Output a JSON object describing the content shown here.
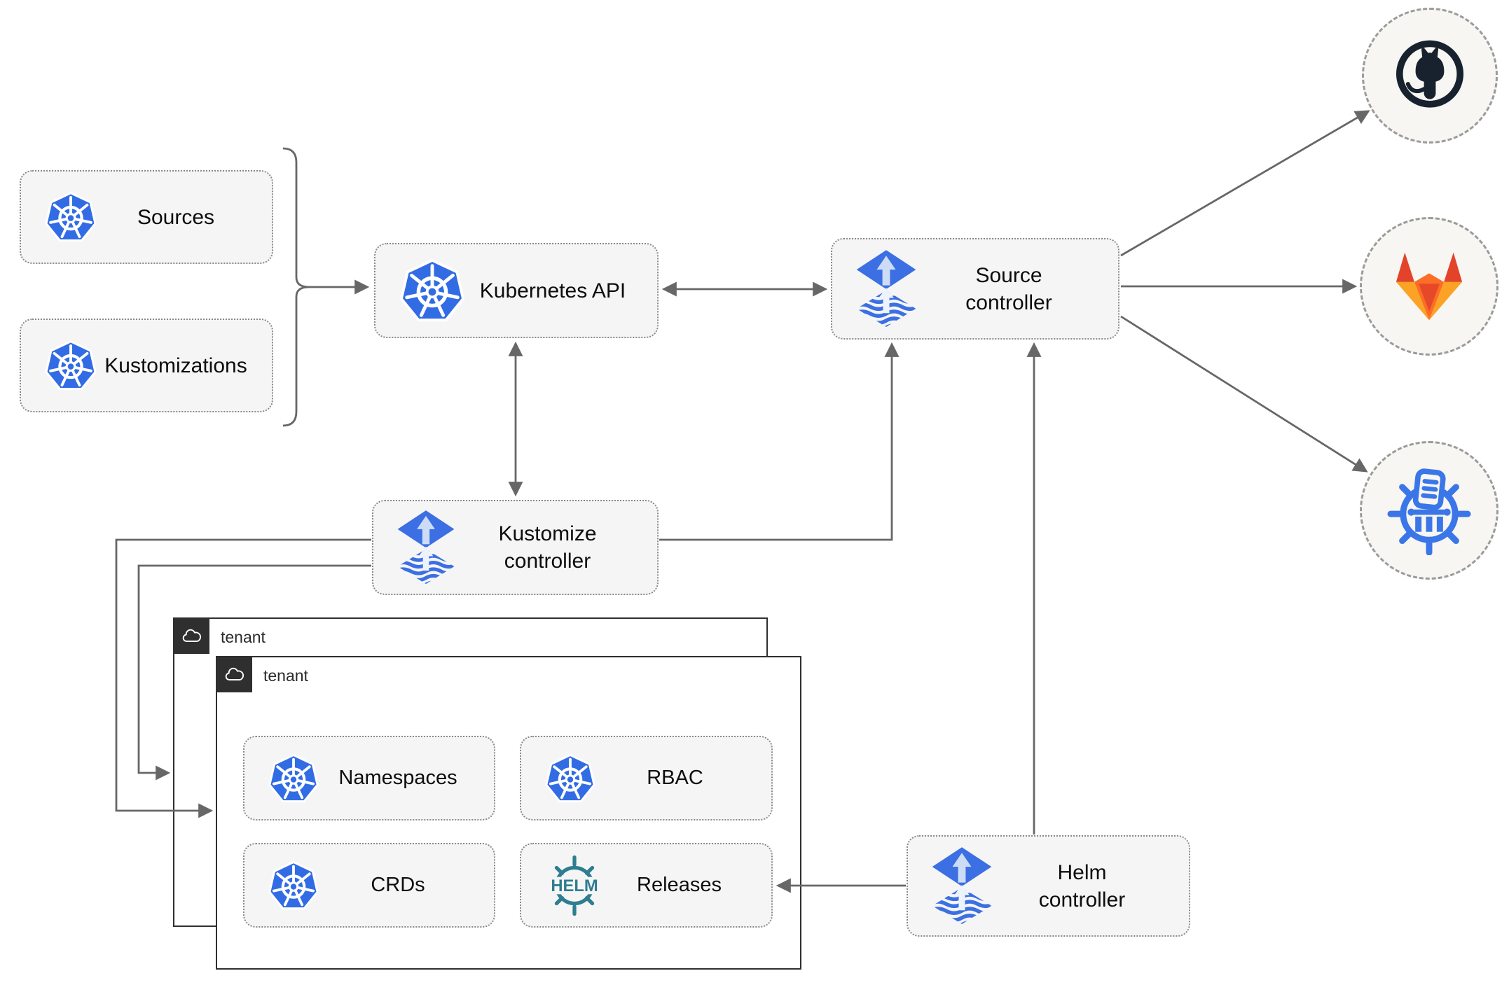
{
  "diagram": {
    "nodes": {
      "sources": {
        "label": "Sources",
        "icon": "kubernetes"
      },
      "kustomizations": {
        "label": "Kustomizations",
        "icon": "kubernetes"
      },
      "kubernetes_api": {
        "label": "Kubernetes API",
        "icon": "kubernetes"
      },
      "source_controller": {
        "label": "Source controller",
        "icon": "flux"
      },
      "kustomize_controller": {
        "label": "Kustomize controller",
        "icon": "flux"
      },
      "helm_controller": {
        "label": "Helm controller",
        "icon": "flux"
      },
      "namespaces": {
        "label": "Namespaces",
        "icon": "kubernetes"
      },
      "rbac": {
        "label": "RBAC",
        "icon": "kubernetes"
      },
      "crds": {
        "label": "CRDs",
        "icon": "kubernetes"
      },
      "releases": {
        "label": "Releases",
        "icon": "helm",
        "icon_text": "HELM"
      }
    },
    "tenants": [
      {
        "label": "tenant",
        "icon": "cloud"
      },
      {
        "label": "tenant",
        "icon": "cloud"
      }
    ],
    "endpoints": [
      {
        "name": "github",
        "icon": "github-octocat"
      },
      {
        "name": "gitlab",
        "icon": "gitlab-tanuki"
      },
      {
        "name": "chartmuseum",
        "icon": "chartmuseum"
      }
    ],
    "connections": [
      {
        "from": "sources_and_kustomizations",
        "to": "kubernetes_api",
        "style": "brace_arrow"
      },
      {
        "from": "kubernetes_api",
        "to": "source_controller",
        "style": "bidirectional"
      },
      {
        "from": "kubernetes_api",
        "to": "kustomize_controller",
        "style": "bidirectional"
      },
      {
        "from": "kustomize_controller",
        "to": "source_controller",
        "style": "arrow"
      },
      {
        "from": "helm_controller",
        "to": "source_controller",
        "style": "arrow"
      },
      {
        "from": "helm_controller",
        "to": "releases",
        "style": "arrow"
      },
      {
        "from": "kustomize_controller",
        "to": "tenant_front",
        "style": "arrow"
      },
      {
        "from": "kustomize_controller",
        "to": "tenant_back",
        "style": "arrow"
      },
      {
        "from": "source_controller",
        "to": "github",
        "style": "arrow"
      },
      {
        "from": "source_controller",
        "to": "gitlab",
        "style": "arrow"
      },
      {
        "from": "source_controller",
        "to": "chartmuseum",
        "style": "arrow"
      }
    ],
    "colors": {
      "kubernetes_blue": "#326ce5",
      "flux_blue": "#3b6fe3",
      "flux_arrow_light": "#cddcf5",
      "helm_teal": "#2e7d91",
      "chartmuseum_blue": "#3b76e8",
      "gitlab_red": "#e24329",
      "gitlab_orange": "#fc6d26",
      "gitlab_amber": "#fca326",
      "github_dark": "#18222f",
      "connector_gray": "#676767",
      "node_fill": "#f5f5f5",
      "tenant_tag_dark": "#2f2f2f",
      "background": "#ffffff"
    }
  }
}
